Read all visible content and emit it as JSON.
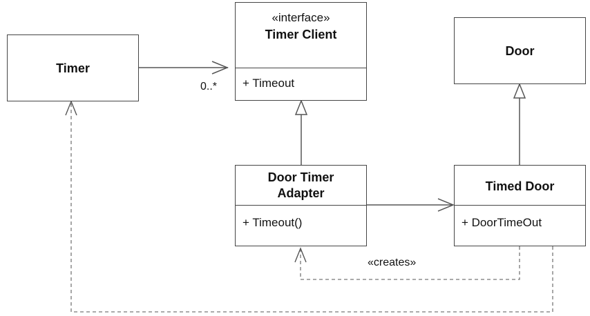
{
  "classes": {
    "timer": {
      "name": "Timer"
    },
    "timer_client": {
      "stereotype": "«interface»",
      "name": "Timer Client",
      "operation": "+ Timeout"
    },
    "door": {
      "name": "Door"
    },
    "adapter": {
      "name_line1": "Door Timer",
      "name_line2": "Adapter",
      "operation": "+ Timeout()"
    },
    "timed_door": {
      "name": "Timed Door",
      "operation": "+ DoorTimeOut"
    }
  },
  "relations": {
    "multiplicity": "0..*",
    "creates": "«creates»"
  }
}
